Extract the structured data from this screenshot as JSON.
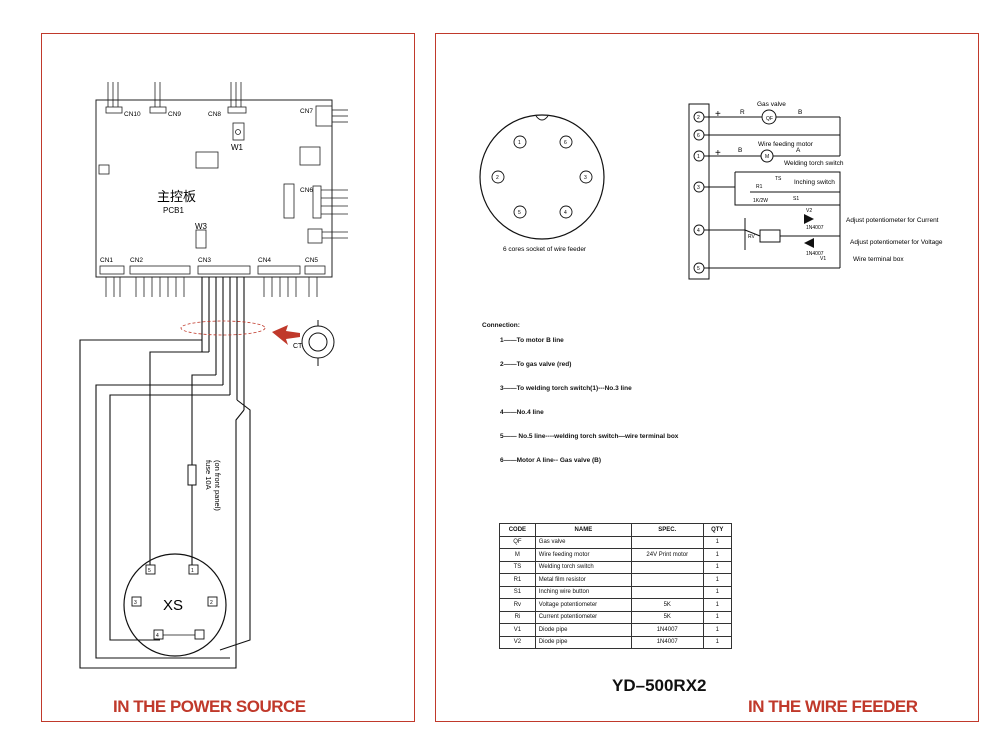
{
  "left": {
    "footer": "IN THE POWER SOURCE",
    "pcb_title": "主控板",
    "pcb_subtitle": "PCB1",
    "w1": "W1",
    "w3": "W3",
    "xs": "XS",
    "fuse": "fuse 10A",
    "fuse_note": "(on front panel)",
    "ct": "CT",
    "connectors_top": [
      "CN10",
      "CN9",
      "CN8",
      "CN7"
    ],
    "connectors_bottom": [
      "CN1",
      "CN2",
      "CN3",
      "CN4",
      "CN5"
    ],
    "cn6": "CN6",
    "socket_pins": [
      "5",
      "1",
      "3",
      "2",
      "4"
    ]
  },
  "right": {
    "footer": "IN THE WIRE FEEDER",
    "model": "YD–500RX2",
    "socket_caption": "6 cores socket of wire feeder",
    "socket_pins": [
      "1",
      "6",
      "2",
      "3",
      "5",
      "4"
    ],
    "terminal_numbers": [
      "2",
      "6",
      "1",
      "3",
      "4",
      "5"
    ],
    "schematic": {
      "gas_valve": "Gas valve",
      "qf": "QF",
      "r": "R",
      "b_top": "B",
      "wire_motor": "Wire feeding motor",
      "m": "M",
      "a": "A",
      "b_mid": "B",
      "plus": "+",
      "torch_switch": "Welding torch switch",
      "inching": "Inching switch",
      "r1": "R1",
      "r1_value": "1K/2W",
      "s1": "S1",
      "ts": "TS",
      "v2": "V2",
      "v1": "V1",
      "diode1": "1N4007",
      "diode2": "1N4007",
      "rv": "RV",
      "adj_current": "Adjust potentiometer for Current",
      "adj_voltage": "Adjust potentiometer for Voltage",
      "terminal_box": "Wire terminal box"
    },
    "connection_title": "Connection:",
    "connections": [
      "1——To motor B line",
      "2——To gas valve (red)",
      "3——To welding torch switch(1)---No.3 line",
      "4——No.4 line",
      "5—— No.5 line----welding torch switch—wire terminal box",
      "6——Motor A line-- Gas valve (B)"
    ],
    "table": {
      "headers": [
        "CODE",
        "NAME",
        "SPEC.",
        "QTY"
      ],
      "rows": [
        [
          "QF",
          "Gas valve",
          "",
          "1"
        ],
        [
          "M",
          "Wire feeding motor",
          "24V Print motor",
          "1"
        ],
        [
          "TS",
          "Welding torch switch",
          "",
          "1"
        ],
        [
          "R1",
          "Metal film resistor",
          "",
          "1"
        ],
        [
          "S1",
          "Inching wire button",
          "",
          "1"
        ],
        [
          "Rv",
          "Voltage potentiometer",
          "5K",
          "1"
        ],
        [
          "Ri",
          "Current potentiometer",
          "5K",
          "1"
        ],
        [
          "V1",
          "Diode pipe",
          "1N4007",
          "1"
        ],
        [
          "V2",
          "Diode pipe",
          "1N4007",
          "1"
        ]
      ]
    }
  },
  "colors": {
    "frame": "#c0392b",
    "footer_text": "#c0392b",
    "ct_arrow": "#c0392b"
  }
}
